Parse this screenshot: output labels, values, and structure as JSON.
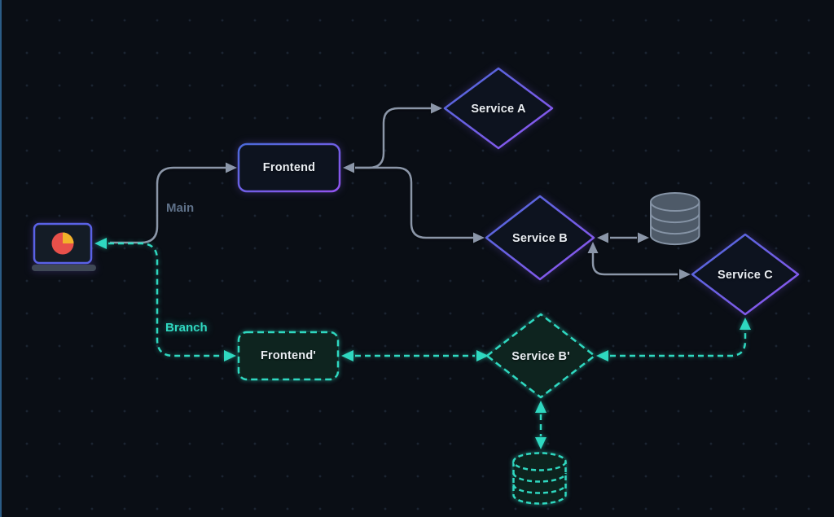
{
  "canvas": {
    "background": "#0a0e15",
    "grid_dot_color": "#1b2431",
    "left_edge_color": "#2b5c86"
  },
  "edges": {
    "main_label": "Main",
    "branch_label": "Branch"
  },
  "nodes": {
    "frontend": {
      "label": "Frontend"
    },
    "service_a": {
      "label": "Service A"
    },
    "service_b": {
      "label": "Service B"
    },
    "service_c": {
      "label": "Service C"
    },
    "frontend_branch": {
      "label": "Frontend'"
    },
    "service_b_branch": {
      "label": "Service B'"
    }
  },
  "icons": {
    "client": "laptop-icon",
    "client_screen": "pie-chart-icon",
    "database_main": "database-icon",
    "database_branch": "database-icon"
  },
  "colors": {
    "indigo": "#5a62e6",
    "purple_gradient_start": "#4a6ad8",
    "purple_gradient_end": "#9254f0",
    "teal": "#2fd8c0",
    "edge_gray": "#8b96a8",
    "pie_red": "#e8504a",
    "pie_yellow": "#f2b32a",
    "main_label_color": "#5f7189",
    "node_fill_main": "#0d131f",
    "node_fill_branch": "#0e241f",
    "laptop_base": "#3f4856",
    "db_fill": "#4e5a68",
    "db_stroke": "#8593a5"
  }
}
